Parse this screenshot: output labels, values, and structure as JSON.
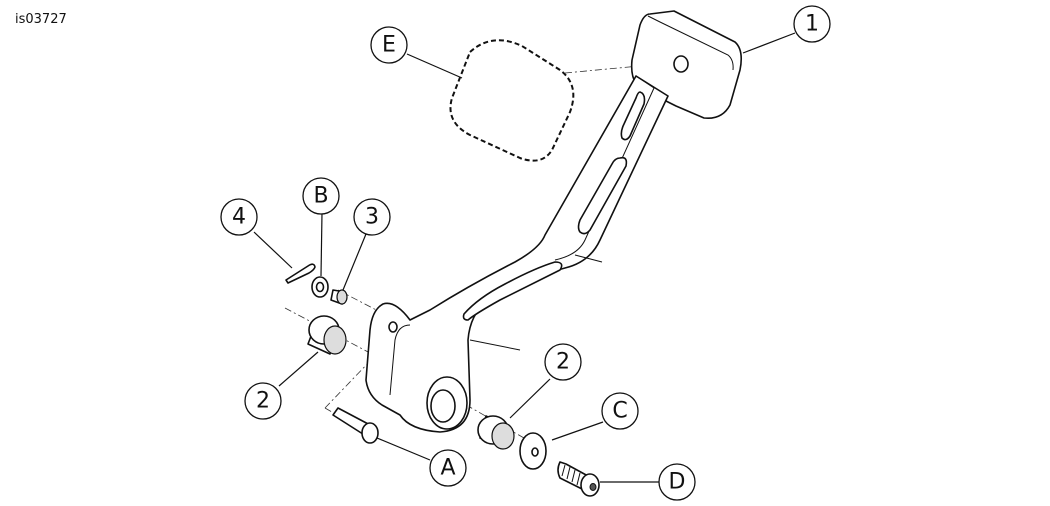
{
  "figure_id": "is03727",
  "callouts": [
    {
      "label": "1"
    },
    {
      "label": "E"
    },
    {
      "label": "4"
    },
    {
      "label": "B"
    },
    {
      "label": "3"
    },
    {
      "label": "2"
    },
    {
      "label": "2"
    },
    {
      "label": "C"
    },
    {
      "label": "A"
    },
    {
      "label": "D"
    }
  ]
}
